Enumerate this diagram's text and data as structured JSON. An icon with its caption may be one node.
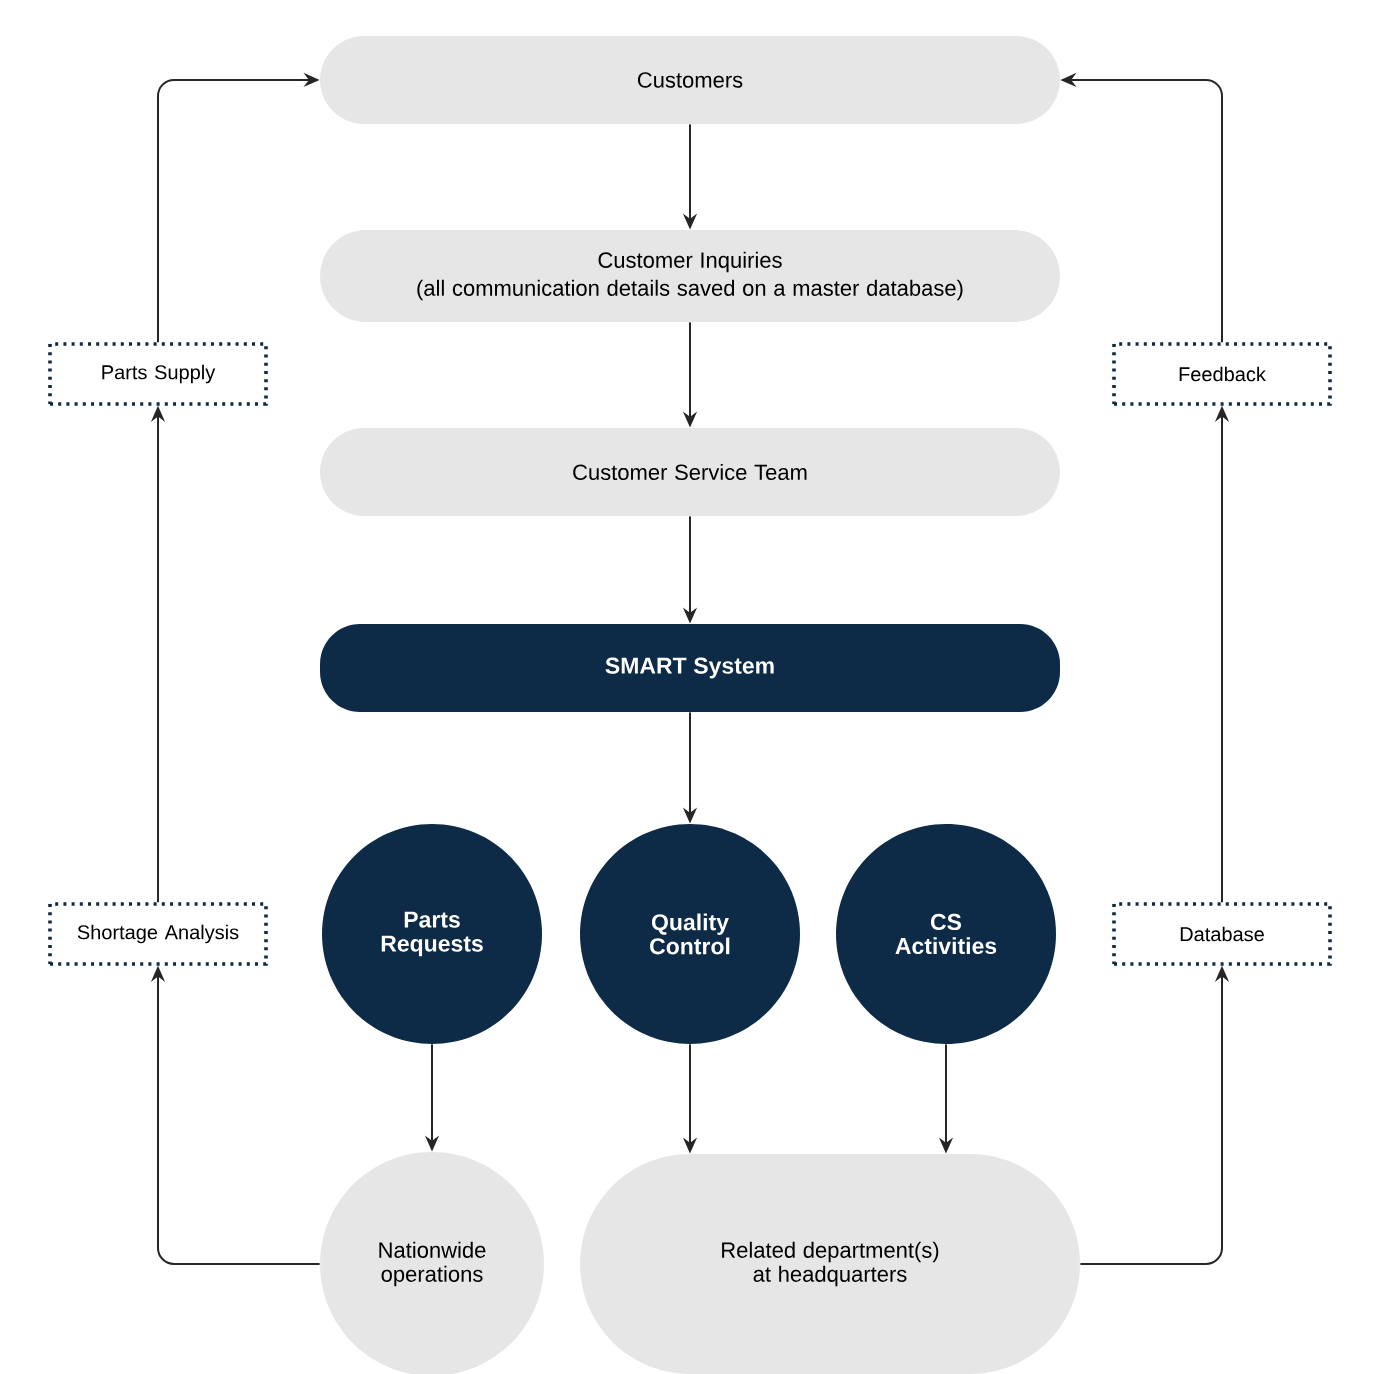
{
  "diagram": {
    "nodes": [
      {
        "text": [
          "Customers"
        ]
      },
      {
        "text": [
          "Customer Inquiries",
          "(all communication details saved on a master database)"
        ]
      },
      {
        "text": [
          "Customer Service Team"
        ]
      },
      {
        "text": [
          "SMART System"
        ]
      },
      {
        "text": [
          "Parts Requests"
        ]
      },
      {
        "text": [
          "Quality Control"
        ]
      },
      {
        "text": [
          "CS Activities"
        ]
      },
      {
        "text": [
          "Nationwide operations"
        ]
      },
      {
        "text": [
          "Related department(s) at headquarters"
        ]
      },
      {
        "text": [
          "Parts Supply"
        ]
      },
      {
        "text": [
          "Shortage Analysis"
        ]
      },
      {
        "text": [
          "Feedback"
        ]
      },
      {
        "text": [
          "Database"
        ]
      }
    ],
    "edges": [
      {
        "from": 0,
        "to": 1,
        "arrow": "to"
      },
      {
        "from": 1,
        "to": 2,
        "arrow": "to"
      },
      {
        "from": 2,
        "to": 3,
        "arrow": "to"
      },
      {
        "from": 3,
        "to": 5,
        "arrow": "to"
      },
      {
        "from": 4,
        "to": 7,
        "arrow": "to"
      },
      {
        "from": 5,
        "to": 8,
        "arrow": "to"
      },
      {
        "from": 6,
        "to": 8,
        "arrow": "to"
      },
      {
        "from": 7,
        "to": 10,
        "arrow": "to"
      },
      {
        "from": 10,
        "to": 9,
        "arrow": "to"
      },
      {
        "from": 9,
        "to": 0,
        "arrow": "to"
      },
      {
        "from": 8,
        "to": 12,
        "arrow": "to"
      },
      {
        "from": 12,
        "to": 11,
        "arrow": "to"
      },
      {
        "from": 11,
        "to": 0,
        "arrow": "to"
      }
    ]
  }
}
